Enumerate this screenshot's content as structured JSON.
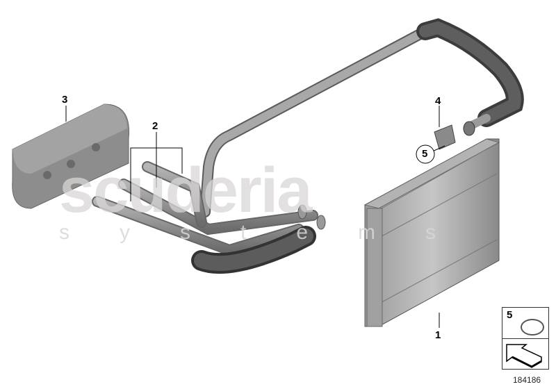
{
  "diagram": {
    "callouts": [
      "1",
      "2",
      "3",
      "4",
      "5"
    ],
    "watermark": {
      "line1": "scuderia",
      "line2": "systems"
    },
    "legend": {
      "part_number": "5"
    },
    "diagram_number": "184186",
    "colors": {
      "part_gray": "#8e8e8e",
      "hose_dark": "#4a4a4a",
      "watermark": "#d9d6d6"
    }
  }
}
